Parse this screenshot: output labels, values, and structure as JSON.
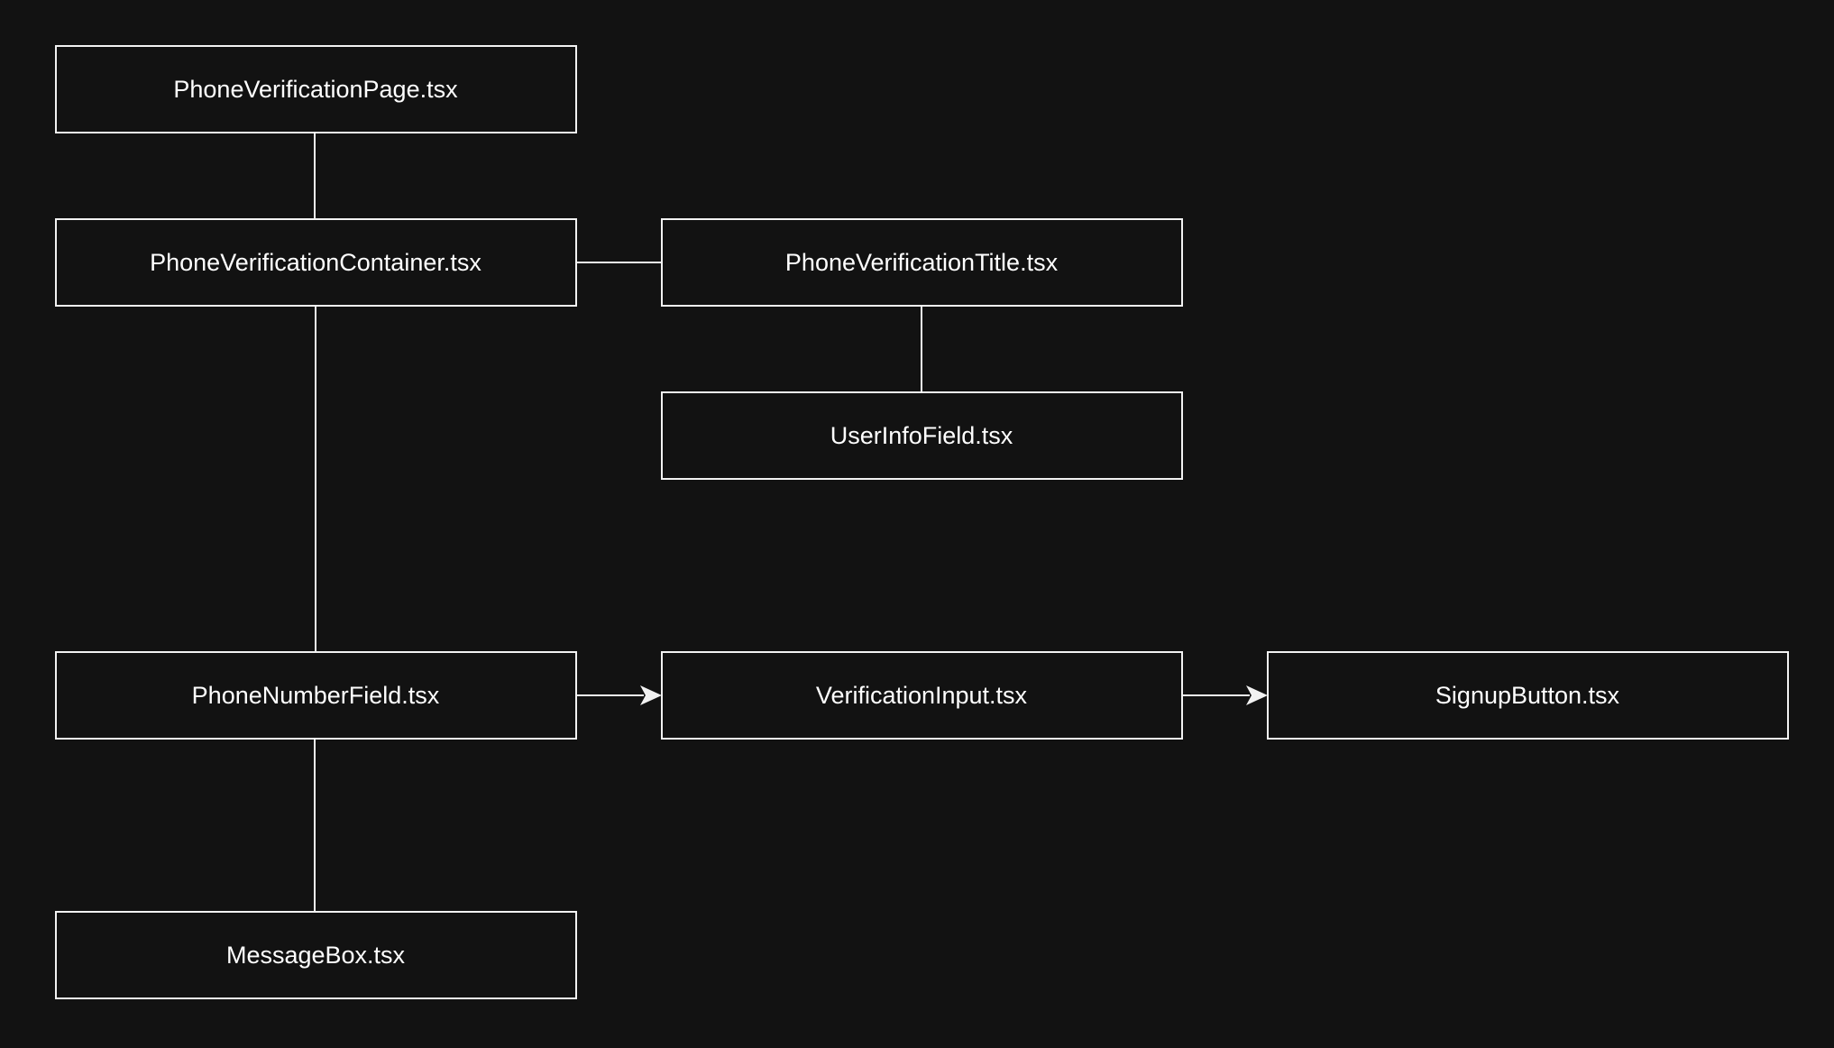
{
  "colors": {
    "background": "#121212",
    "stroke": "#f2f2f2",
    "text": "#ffffff"
  },
  "nodes": {
    "page": "PhoneVerificationPage.tsx",
    "container": "PhoneVerificationContainer.tsx",
    "title": "PhoneVerificationTitle.tsx",
    "userinfo": "UserInfoField.tsx",
    "phone": "PhoneNumberField.tsx",
    "verify": "VerificationInput.tsx",
    "signup": "SignupButton.tsx",
    "message": "MessageBox.tsx"
  },
  "edges": [
    {
      "from": "page",
      "to": "container",
      "arrow": false
    },
    {
      "from": "container",
      "to": "title",
      "arrow": false
    },
    {
      "from": "title",
      "to": "userinfo",
      "arrow": false
    },
    {
      "from": "container",
      "to": "phone",
      "arrow": false
    },
    {
      "from": "phone",
      "to": "verify",
      "arrow": true
    },
    {
      "from": "verify",
      "to": "signup",
      "arrow": true
    },
    {
      "from": "phone",
      "to": "message",
      "arrow": false
    }
  ]
}
